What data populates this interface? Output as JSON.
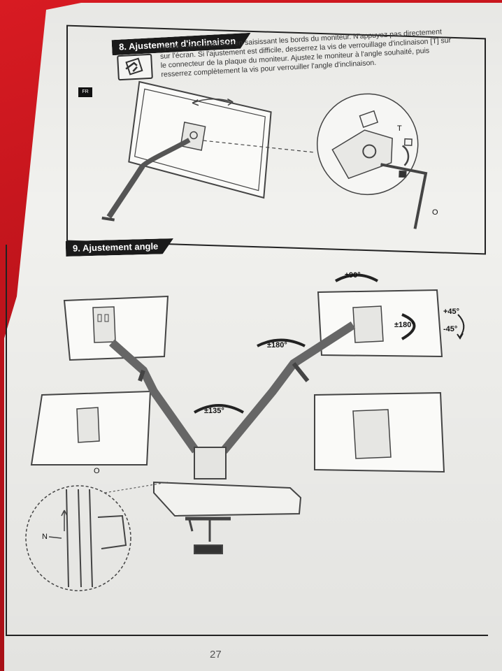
{
  "section8": {
    "title": "8. Ajustement d'inclinaison",
    "instructions": "Ajustez votre moniteur en saisissant les bords du moniteur. N'appuyez pas directement sur l'écran. Si l'ajustement est difficile, desserrez la vis de verrouillage d'inclinaison [T] sur le connecteur de la plaque du moniteur. Ajustez le moniteur à l'angle souhaité, puis resserrez complètement la vis pour verrouiller l'angle d'inclinaison.",
    "label_t": "T",
    "label_o": "O"
  },
  "section9": {
    "title": "9. Ajustement angle",
    "rot_top": "±90°",
    "rot_right": "±180°",
    "tilt_up": "+45°",
    "tilt_down": "-45°",
    "rot_arm": "±180°",
    "rot_base": "±135°",
    "label_o": "O",
    "label_n": "N"
  },
  "side_tab": "FR",
  "page_number": "27"
}
